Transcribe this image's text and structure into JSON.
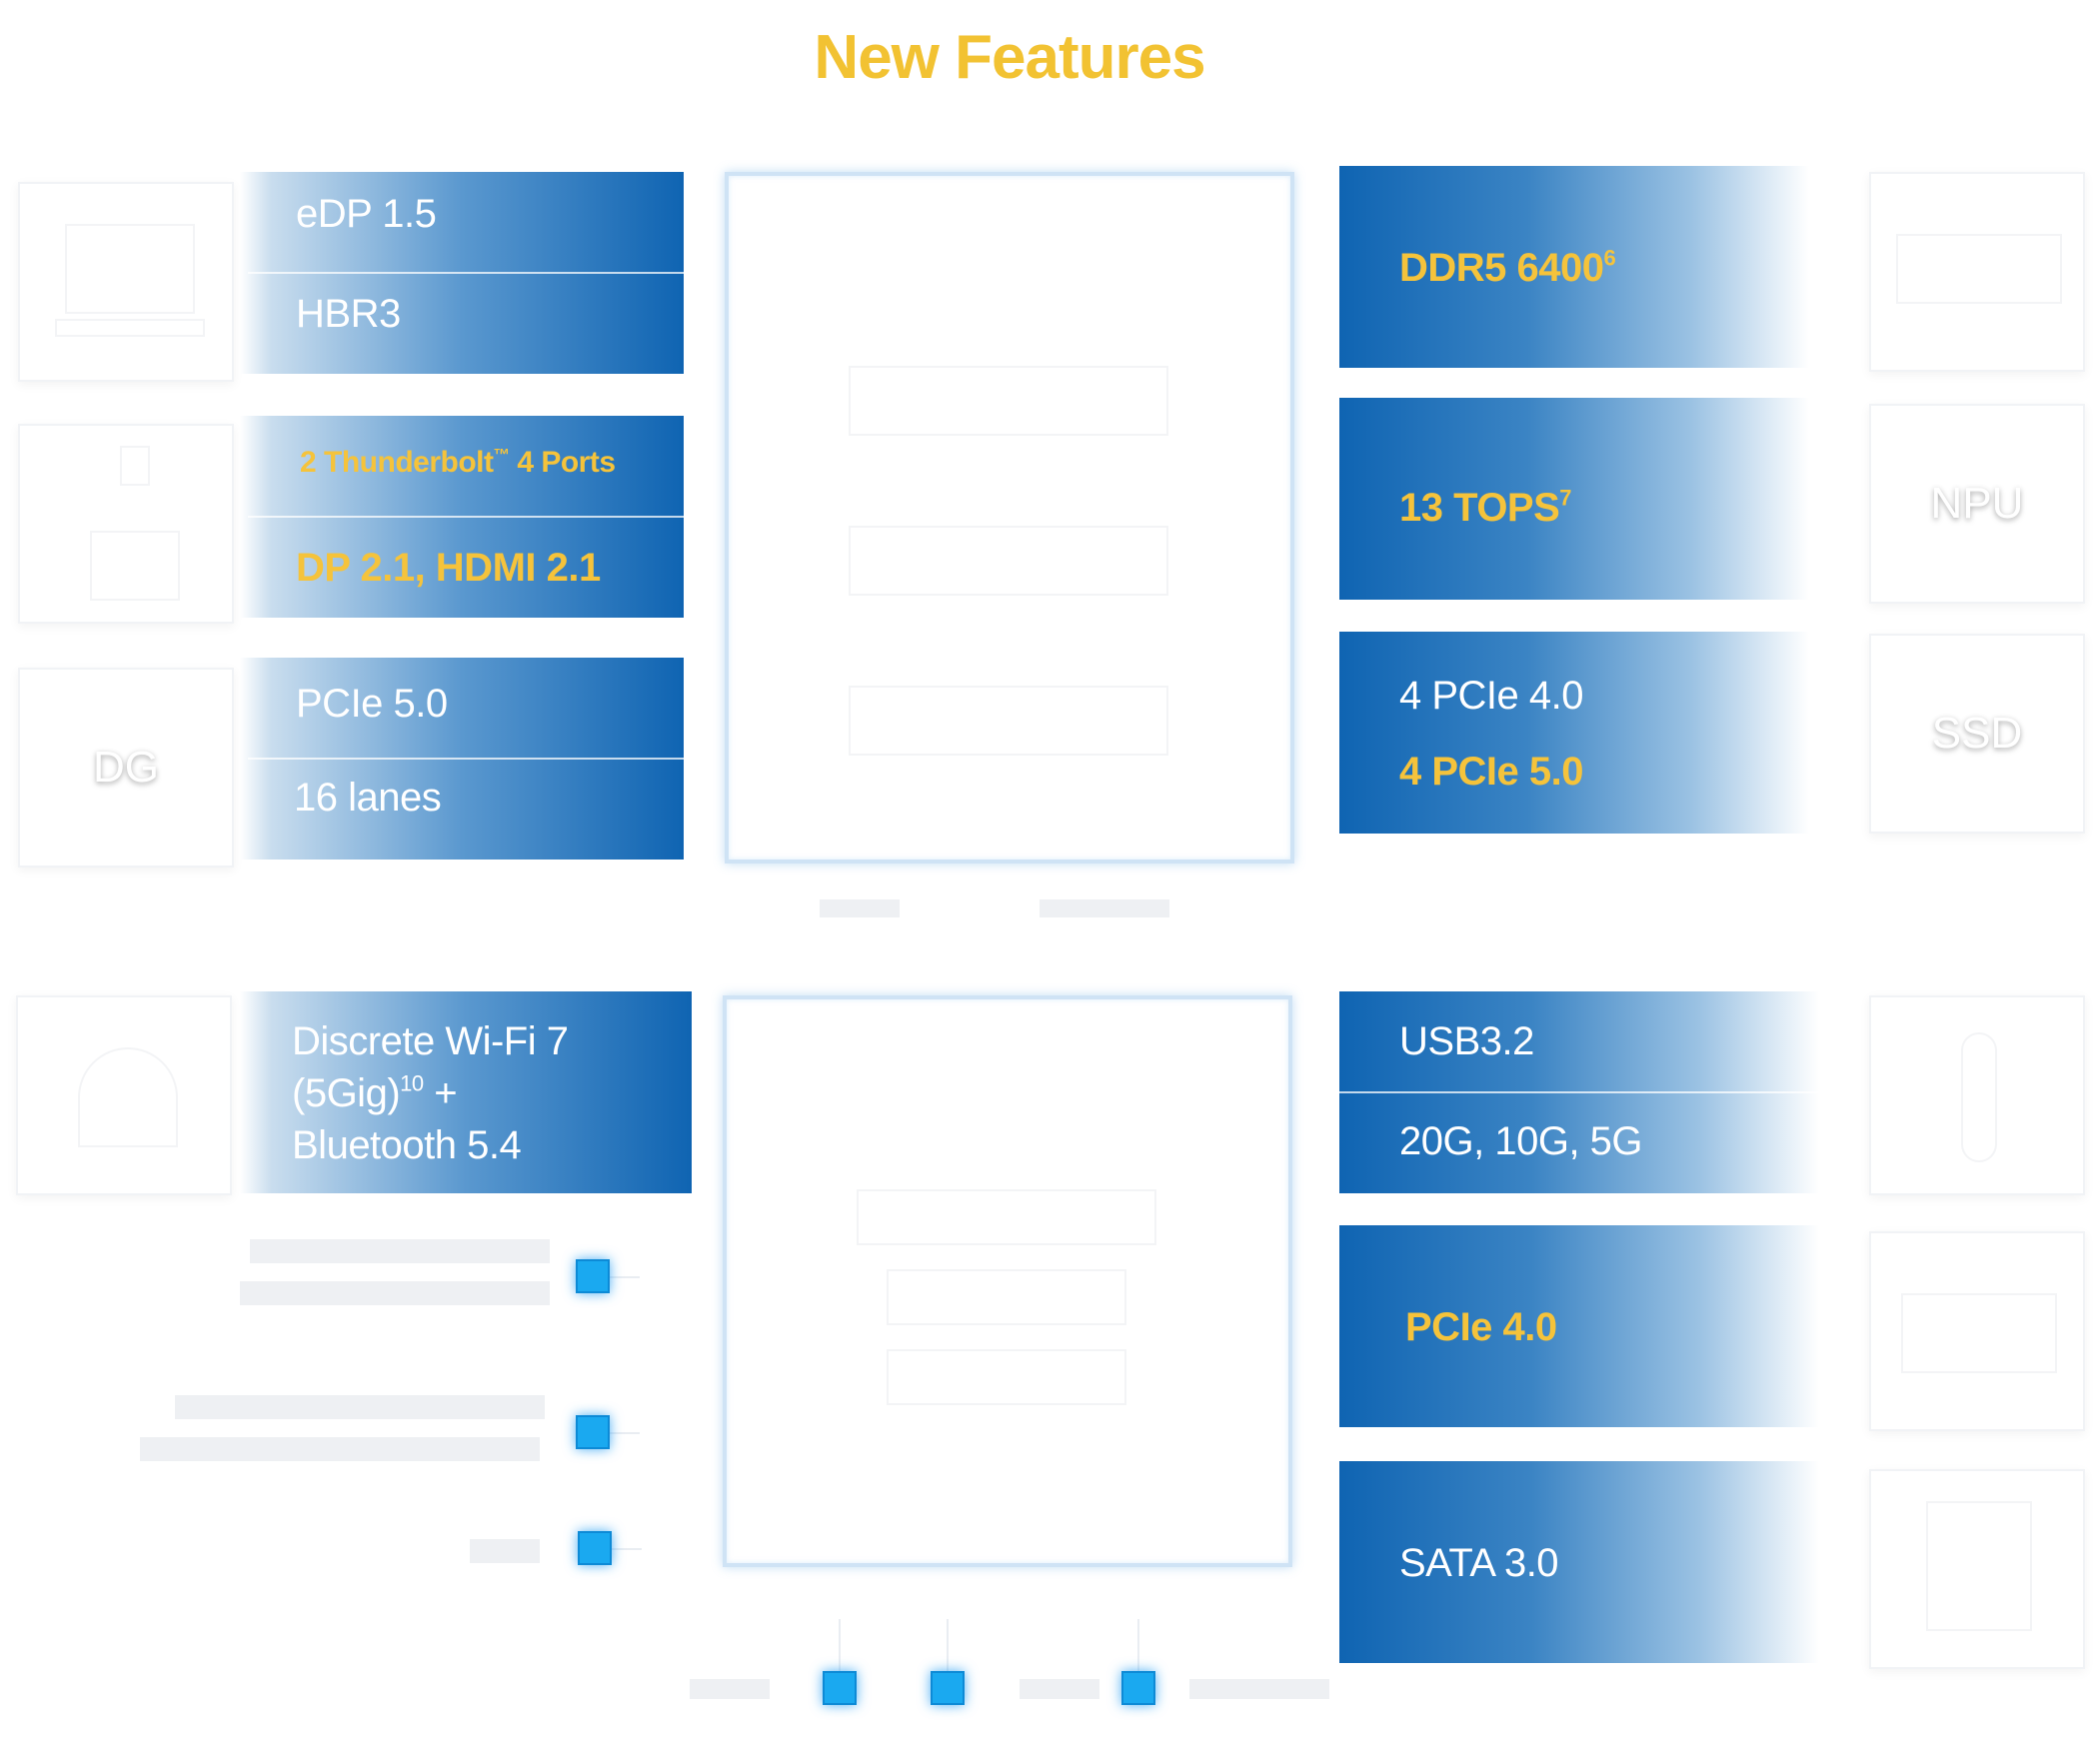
{
  "title": "New Features",
  "display": {
    "line1": "eDP 1.5",
    "line2": "HBR3"
  },
  "thunderbolt": {
    "line1_prefix": "2 Thunderbolt",
    "line1_tm": "™",
    "line1_suffix": " 4 Ports",
    "line2": "DP 2.1, HDMI 2.1"
  },
  "discrete_graphics": {
    "box_label": "DG",
    "line1": "PCIe 5.0",
    "line2": "16 lanes"
  },
  "memory": {
    "text": "DDR5 6400",
    "footnote": "6"
  },
  "npu": {
    "box_label": "NPU",
    "text": "13 TOPS",
    "footnote": "7"
  },
  "ssd": {
    "box_label": "SSD",
    "line1": "4 PCIe 4.0",
    "line2": "4 PCIe 5.0"
  },
  "wireless": {
    "line1": "Discrete Wi-Fi 7",
    "line2_prefix": "(5Gig)",
    "line2_footnote": "10",
    "line2_suffix": " +",
    "line3": "Bluetooth 5.4"
  },
  "usb": {
    "line1": "USB3.2",
    "line2": "20G, 10G, 5G"
  },
  "pcie_chipset": {
    "text": "PCIe 4.0"
  },
  "sata": {
    "text": "SATA 3.0"
  },
  "colors": {
    "title_yellow": "#f2c232",
    "panel_blue": "#0f64b2",
    "port_cyan": "#1aa9f0",
    "chip_border": "#cfe3f5"
  },
  "icons": {
    "top_left_box": "laptop-display-icon",
    "second_left_box": "thunderbolt-icon",
    "wifi_box": "wifi-icon",
    "memory_box": "memory-icon",
    "usb_box": "usb-icon",
    "pcie_box": "pcie-card-icon",
    "sata_box": "drive-icon"
  }
}
